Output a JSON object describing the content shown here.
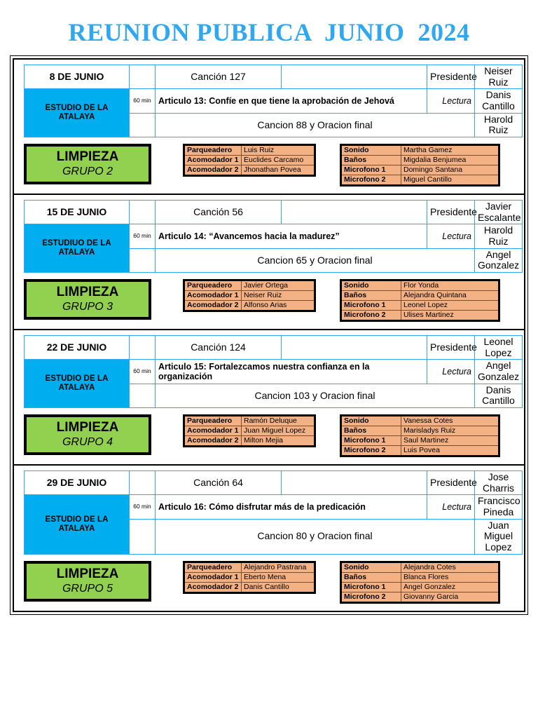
{
  "title": "REUNION PUBLICA  JUNIO  2024",
  "colors": {
    "title": "#2fa8f0",
    "header_blue": "#00AEEF",
    "limpieza_green": "#92D050",
    "duty_orange": "#F4B183"
  },
  "labels": {
    "presidente": "Presidente",
    "lectura": "Lectura",
    "duration": "60 min",
    "limpieza_title": "LIMPIEZA",
    "duty_left_keys": [
      "Parqueadero",
      "Acomodador 1",
      "Acomodador 2"
    ],
    "duty_right_keys": [
      "Sonido",
      "Baños",
      "Microfono 1",
      "Microfono 2"
    ]
  },
  "weeks": [
    {
      "date": "8 DE JUNIO",
      "study_label": "ESTUDIO DE LA ATALAYA",
      "song": "Canción 127",
      "duration": "60 min",
      "article": "Articulo 13: Confíe en que tiene la aprobación de Jehová",
      "closing": "Cancion 88 y Oracion final",
      "presidente_label": "Presidente",
      "presidente": "Neiser Ruiz",
      "lectura_label": "Lectura",
      "lectura": "Danis Cantillo",
      "closing_person": "Harold Ruiz",
      "limpieza_group": "GRUPO 2",
      "duty_left": [
        {
          "role": "Parqueadero",
          "person": "Luis Ruiz"
        },
        {
          "role": "Acomodador 1",
          "person": "Euclides Carcamo"
        },
        {
          "role": "Acomodador 2",
          "person": "Jhonathan Povea"
        }
      ],
      "duty_right": [
        {
          "role": "Sonido",
          "person": "Martha Gamez"
        },
        {
          "role": "Baños",
          "person": "Migdalia Benjumea"
        },
        {
          "role": "Microfono 1",
          "person": "Domingo Santana"
        },
        {
          "role": "Microfono 2",
          "person": "Miguel Cantillo"
        }
      ]
    },
    {
      "date": "15 DE JUNIO",
      "study_label": "ESTUDIUO DE LA ATALAYA",
      "song": "Canción 56",
      "duration": "60 min",
      "article": "Articulo 14: “Avancemos hacia la madurez”",
      "closing": "Cancion 65 y Oracion final",
      "presidente_label": "Presidente",
      "presidente": "Javier Escalante",
      "lectura_label": "Lectura",
      "lectura": "Harold Ruiz",
      "closing_person": "Angel Gonzalez",
      "limpieza_group": "GRUPO 3",
      "duty_left": [
        {
          "role": "Parqueadero",
          "person": "Javier Ortega"
        },
        {
          "role": "Acomodador 1",
          "person": "Neiser Ruiz"
        },
        {
          "role": "Acomodador 2",
          "person": "Alfonso Arias"
        }
      ],
      "duty_right": [
        {
          "role": "Sonido",
          "person": "Flor Yonda"
        },
        {
          "role": "Baños",
          "person": "Alejandra Quintana"
        },
        {
          "role": "Microfono 1",
          "person": "Leonel Lopez"
        },
        {
          "role": "Microfono 2",
          "person": "Ulises Martinez"
        }
      ]
    },
    {
      "date": "22 DE JUNIO",
      "study_label": "ESTUDIO DE LA ATALAYA",
      "song": "Canción 124",
      "duration": "60 min",
      "article": "Articulo 15: Fortalezcamos nuestra confianza en la organización",
      "closing": "Cancion 103 y Oracion final",
      "presidente_label": "Presidente",
      "presidente": "Leonel Lopez",
      "lectura_label": "Lectura",
      "lectura": "Angel Gonzalez",
      "closing_person": "Danis Cantillo",
      "limpieza_group": "GRUPO 4",
      "duty_left": [
        {
          "role": "Parqueadero",
          "person": "Ramón Deluque"
        },
        {
          "role": "Acomodador 1",
          "person": "Juan Miguel Lopez"
        },
        {
          "role": "Acomodador 2",
          "person": "Milton Mejia"
        }
      ],
      "duty_right": [
        {
          "role": "Sonido",
          "person": "Vanessa Cotes"
        },
        {
          "role": "Baños",
          "person": "Marisladys Ruiz"
        },
        {
          "role": "Microfono 1",
          "person": "Saul Martinez"
        },
        {
          "role": "Microfono 2",
          "person": "Luis Povea"
        }
      ]
    },
    {
      "date": "29 DE JUNIO",
      "study_label": "ESTUDIO DE LA ATALAYA",
      "song": "Canción 64",
      "duration": "60 min",
      "article": "Articulo 16: Cómo disfrutar más de la predicación",
      "closing": "Cancion 80  y Oracion final",
      "presidente_label": "Presidente",
      "presidente": "Jose Charris",
      "lectura_label": "Lectura",
      "lectura": "Francisco Pineda",
      "closing_person": "Juan Miguel Lopez",
      "limpieza_group": "GRUPO 5",
      "duty_left": [
        {
          "role": "Parqueadero",
          "person": "Alejandro Pastrana"
        },
        {
          "role": "Acomodador 1",
          "person": "Eberto Mena"
        },
        {
          "role": "Acomodador 2",
          "person": "Danis Cantillo"
        }
      ],
      "duty_right": [
        {
          "role": "Sonido",
          "person": "Alejandra Cotes"
        },
        {
          "role": "Baños",
          "person": "Blanca Flores"
        },
        {
          "role": "Microfono 1",
          "person": "Angel Gonzalez"
        },
        {
          "role": "Microfono 2",
          "person": "Giovanny Garcia"
        }
      ]
    }
  ]
}
